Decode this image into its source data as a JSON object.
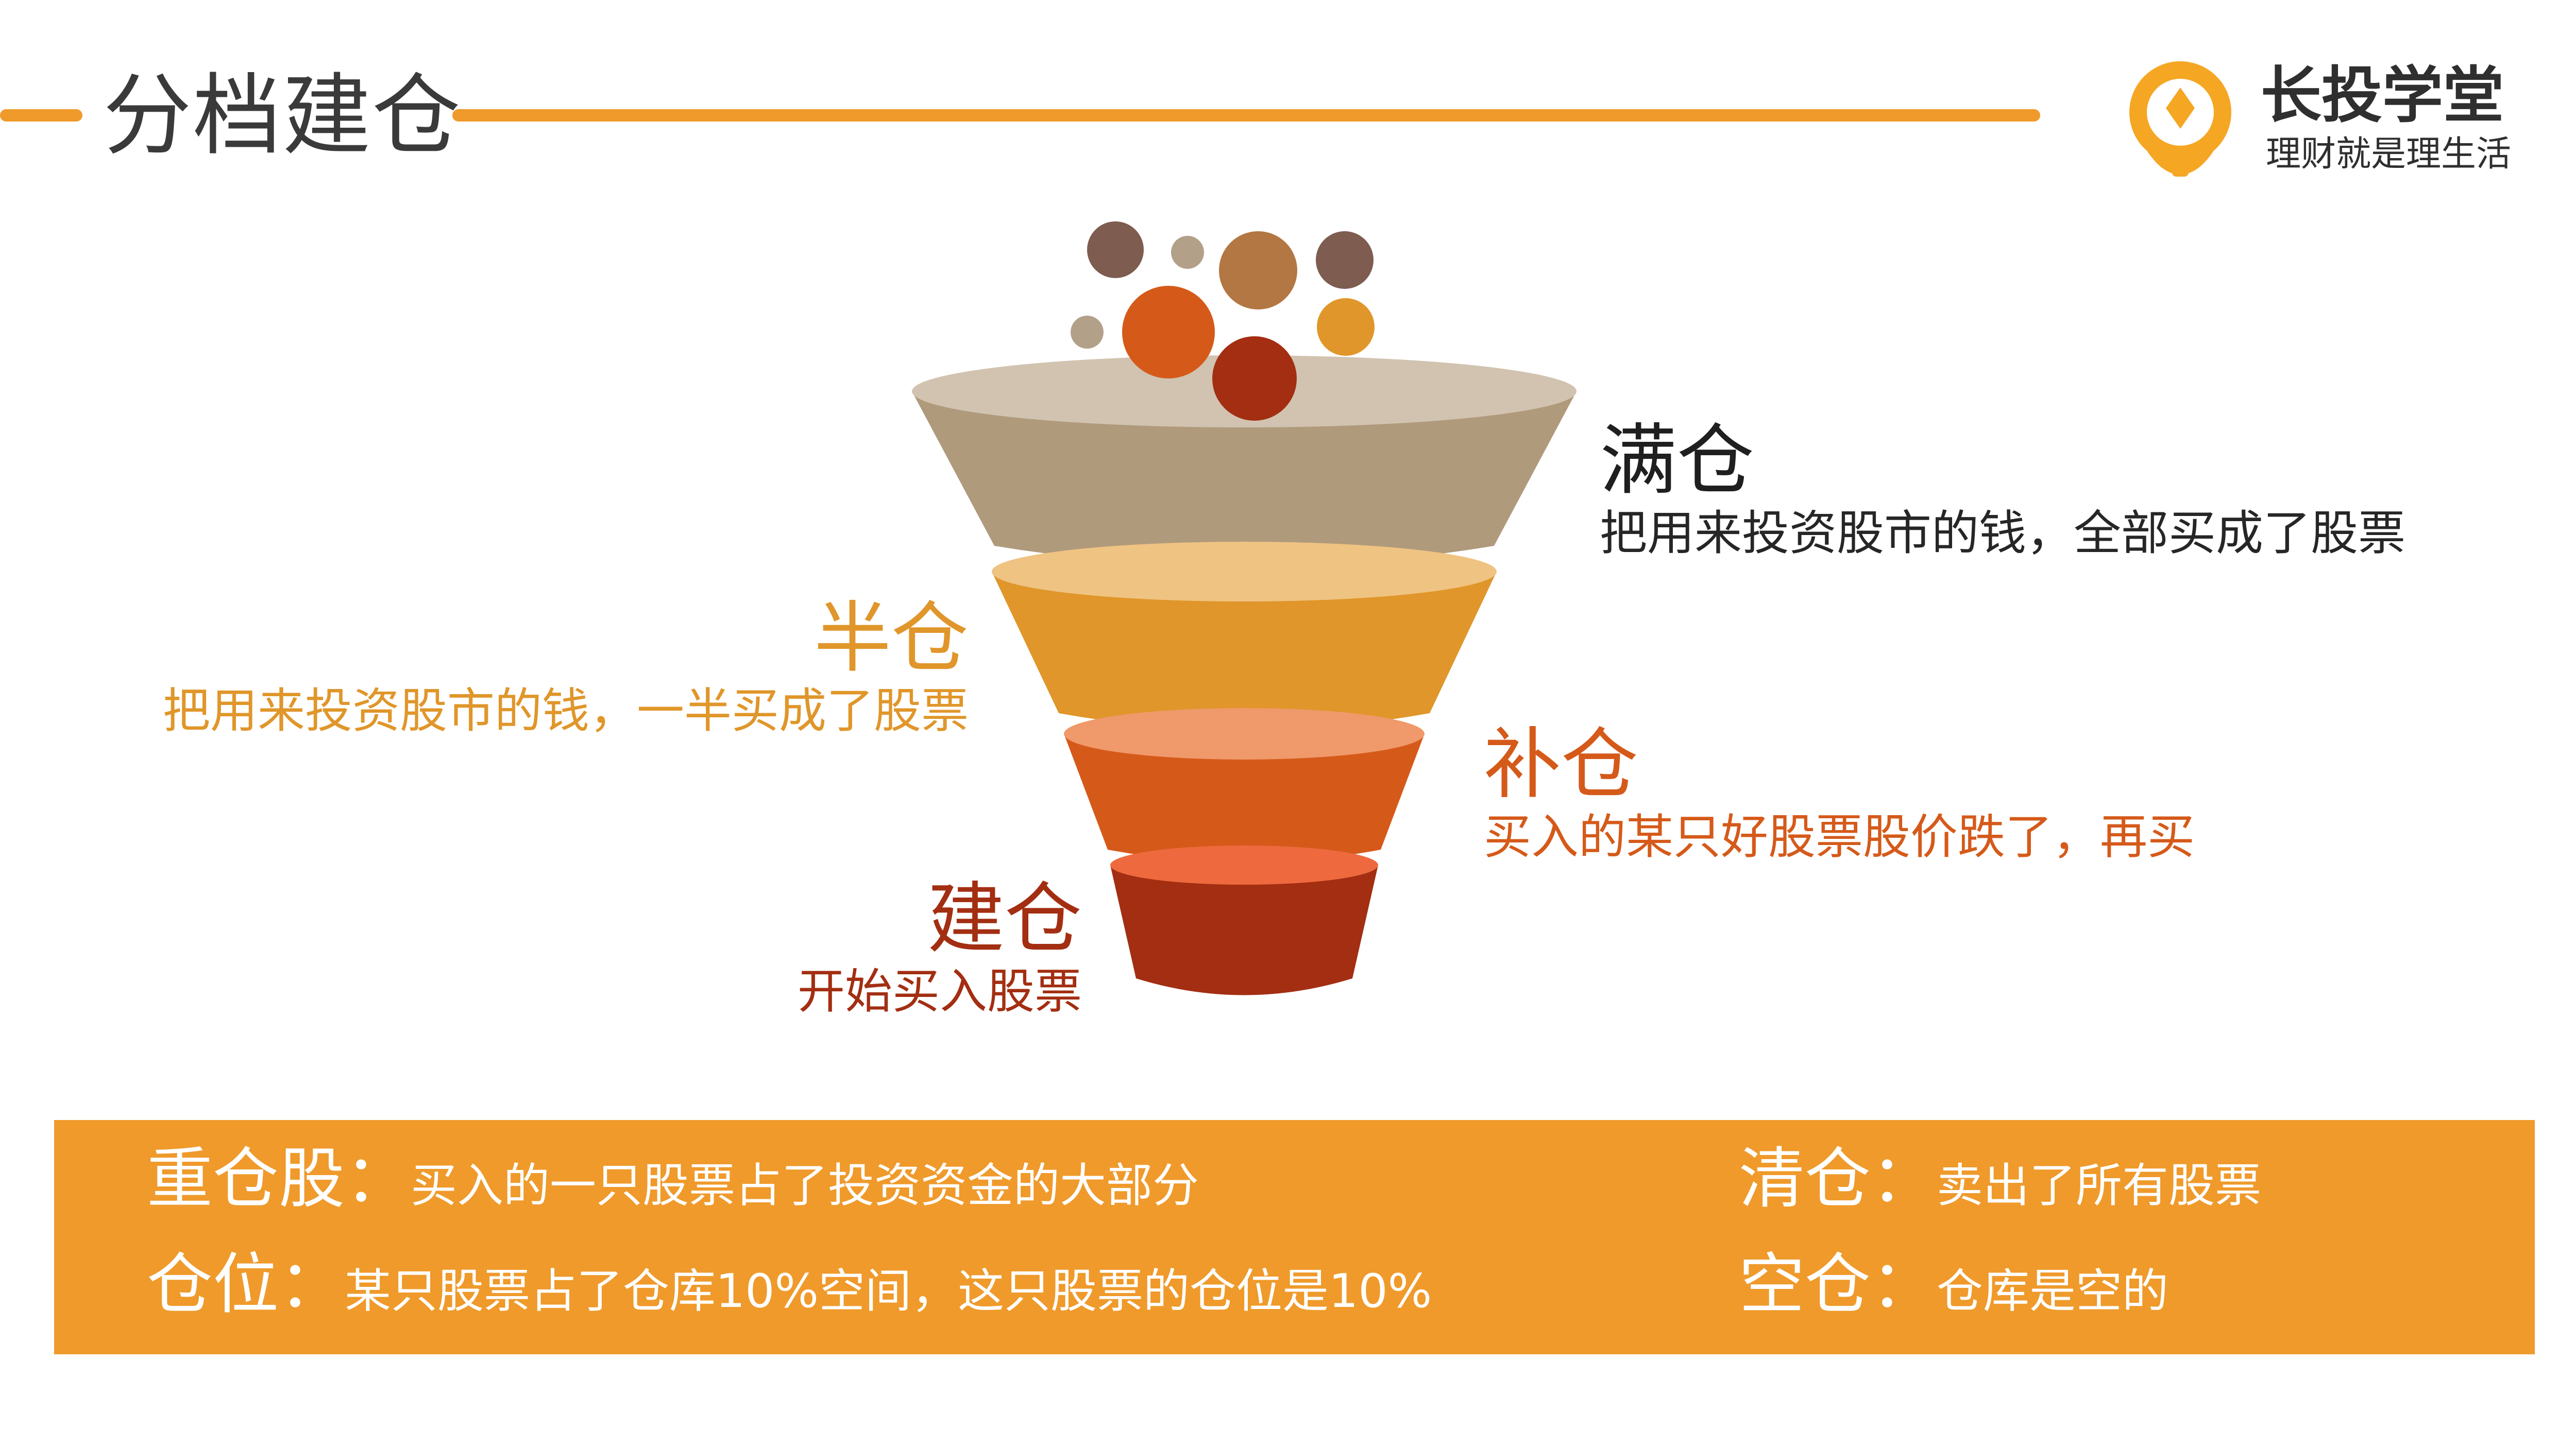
{
  "header": {
    "title": "分档建仓"
  },
  "logo": {
    "name": "长投学堂",
    "slogan": "理财就是理生活",
    "icon": "lightbulb-logo-icon",
    "color": "#f5a623"
  },
  "funnel": {
    "levels": [
      {
        "title": "满仓",
        "desc": "把用来投资股市的钱，全部买成了股票",
        "color": "#b09a7c",
        "top_color": "#d1c3b0"
      },
      {
        "title": "半仓",
        "desc": "把用来投资股市的钱，一半买成了股票",
        "color": "#e0962a",
        "top_color": "#efc382"
      },
      {
        "title": "补仓",
        "desc": "买入的某只好股票股价跌了，再买",
        "color": "#d55a1a",
        "top_color": "#f0996a"
      },
      {
        "title": "建仓",
        "desc": "开始买入股票",
        "color": "#a32e12",
        "top_color": "#ee6a3e"
      }
    ]
  },
  "definitions": [
    {
      "term": "重仓股：",
      "text": "买入的一只股票占了投资资金的大部分"
    },
    {
      "term": "仓位：",
      "text": "某只股票占了仓库10%空间，这只股票的仓位是10%"
    },
    {
      "term": "清仓：",
      "text": "卖出了所有股票"
    },
    {
      "term": "空仓：",
      "text": "仓库是空的"
    }
  ],
  "colors": {
    "accent": "#ef9a2b",
    "title_text": "#3a3a3a"
  }
}
